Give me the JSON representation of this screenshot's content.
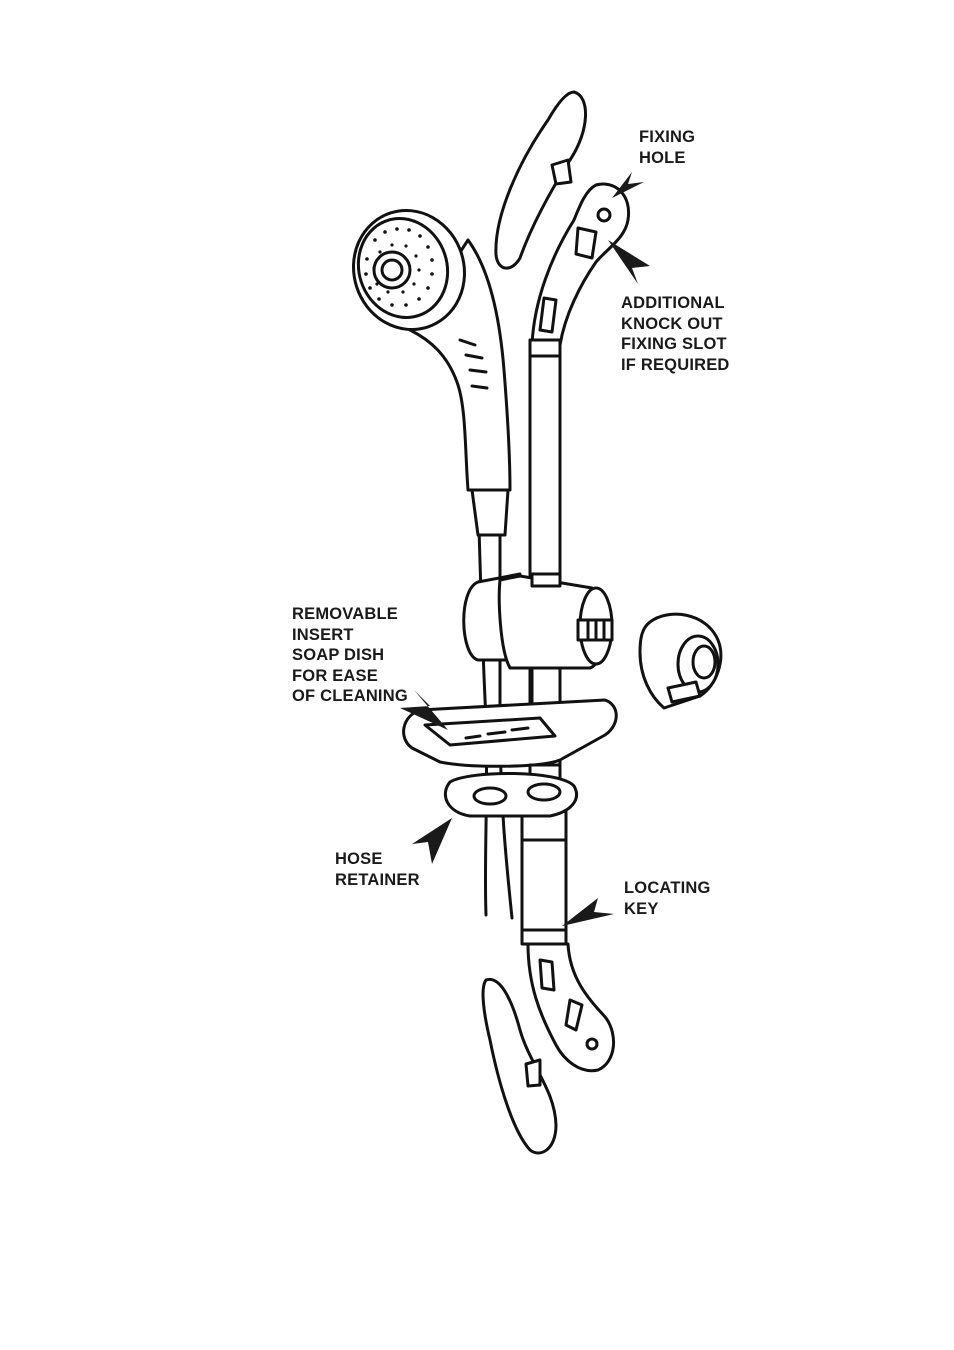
{
  "labels": {
    "fixing_hole": [
      "FIXING",
      "HOLE"
    ],
    "knock_out_slot": [
      "ADDITIONAL",
      "KNOCK OUT",
      "FIXING SLOT",
      "IF REQUIRED"
    ],
    "soap_dish": [
      "REMOVABLE",
      "INSERT",
      "SOAP DISH",
      "FOR EASE",
      "OF CLEANING"
    ],
    "hose_retainer": [
      "HOSE",
      "RETAINER"
    ],
    "locating_key": [
      "LOCATING",
      "KEY"
    ]
  },
  "colors": {
    "line": "#111111",
    "fill": "#ffffff",
    "arrow": "#1a1a1a"
  }
}
